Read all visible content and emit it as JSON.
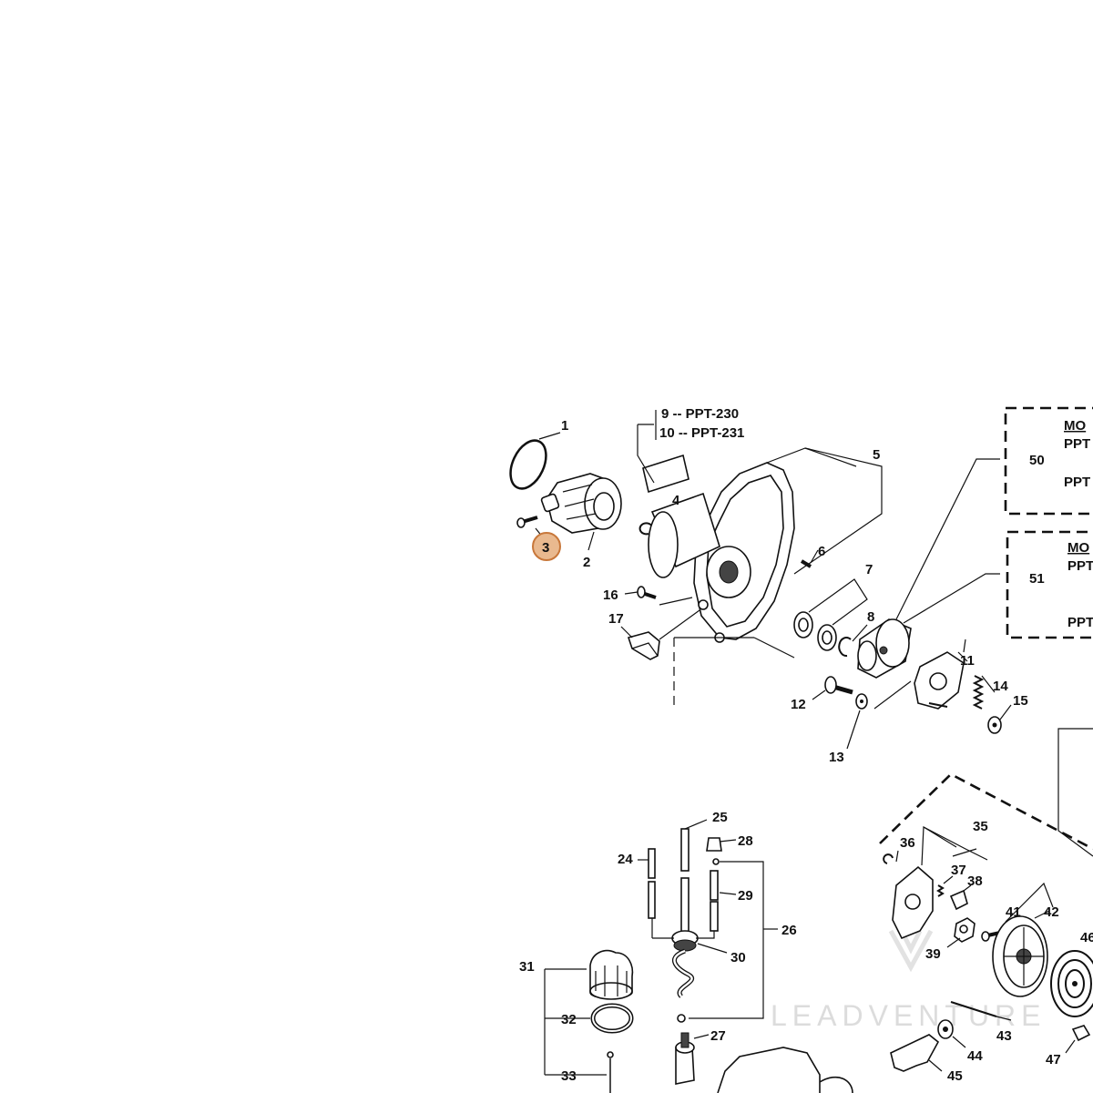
{
  "callouts": [
    {
      "id": "1",
      "label": "1"
    },
    {
      "id": "2",
      "label": "2"
    },
    {
      "id": "3",
      "label": "3"
    },
    {
      "id": "4",
      "label": "4"
    },
    {
      "id": "5",
      "label": "5"
    },
    {
      "id": "6",
      "label": "6"
    },
    {
      "id": "7",
      "label": "7"
    },
    {
      "id": "8",
      "label": "8"
    },
    {
      "id": "11",
      "label": "11"
    },
    {
      "id": "12",
      "label": "12"
    },
    {
      "id": "13",
      "label": "13"
    },
    {
      "id": "14",
      "label": "14"
    },
    {
      "id": "15",
      "label": "15"
    },
    {
      "id": "16",
      "label": "16"
    },
    {
      "id": "17",
      "label": "17"
    },
    {
      "id": "24",
      "label": "24"
    },
    {
      "id": "25",
      "label": "25"
    },
    {
      "id": "26",
      "label": "26"
    },
    {
      "id": "27",
      "label": "27"
    },
    {
      "id": "28",
      "label": "28"
    },
    {
      "id": "29",
      "label": "29"
    },
    {
      "id": "30",
      "label": "30"
    },
    {
      "id": "31",
      "label": "31"
    },
    {
      "id": "32",
      "label": "32"
    },
    {
      "id": "33",
      "label": "33"
    },
    {
      "id": "35",
      "label": "35"
    },
    {
      "id": "36",
      "label": "36"
    },
    {
      "id": "37",
      "label": "37"
    },
    {
      "id": "38",
      "label": "38"
    },
    {
      "id": "39",
      "label": "39"
    },
    {
      "id": "41",
      "label": "41"
    },
    {
      "id": "42",
      "label": "42"
    },
    {
      "id": "43",
      "label": "43"
    },
    {
      "id": "44",
      "label": "44"
    },
    {
      "id": "45",
      "label": "45"
    },
    {
      "id": "46",
      "label": "46"
    },
    {
      "id": "47",
      "label": "47"
    },
    {
      "id": "50",
      "label": "50"
    },
    {
      "id": "51",
      "label": "51"
    }
  ],
  "kit_labels": {
    "k9": "9 -- PPT-230",
    "k10": "10 -- PPT-231"
  },
  "model_boxes": {
    "box50_title": "MO",
    "box50_line1": "PPT",
    "box50_line2": "PPT",
    "box51_title": "MO",
    "box51_line1": "PPT",
    "box51_line2": "PPT"
  },
  "highlight": {
    "callout": "3",
    "color": "#e9b98f",
    "border": "#c8773a"
  },
  "watermark": "LEADVENTURE"
}
